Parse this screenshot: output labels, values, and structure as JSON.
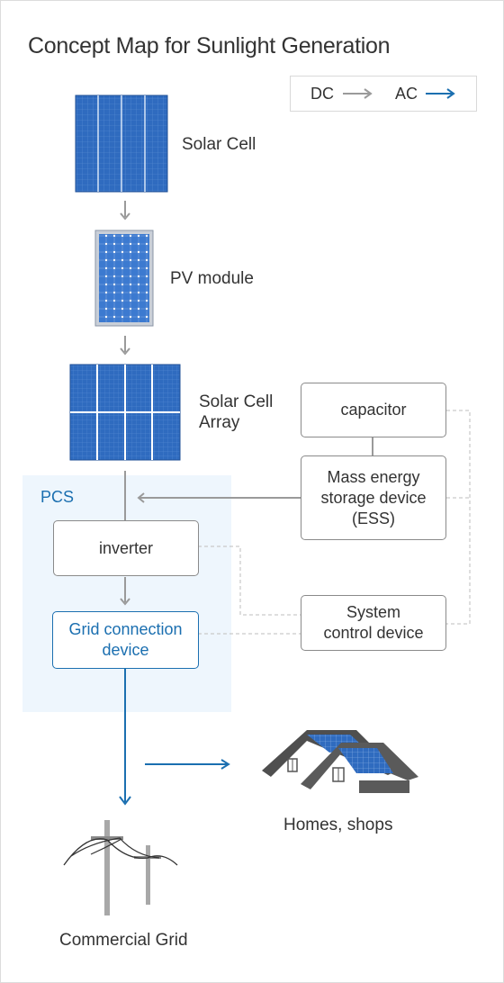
{
  "title": "Concept Map for Sunlight Generation",
  "legend": {
    "dc_label": "DC",
    "ac_label": "AC"
  },
  "colors": {
    "dc": "#9a9a9a",
    "ac": "#1b6fb0",
    "panel": "#2f6bbf",
    "pcs_bg": "#eef6fd"
  },
  "nodes": {
    "solar_cell": "Solar Cell",
    "pv_module": "PV module",
    "solar_array_line1": "Solar Cell",
    "solar_array_line2": "Array",
    "pcs": "PCS",
    "inverter": "inverter",
    "grid_connection_line1": "Grid connection",
    "grid_connection_line2": "device",
    "capacitor": "capacitor",
    "ess_line1": "Mass energy",
    "ess_line2": "storage device",
    "ess_line3": "(ESS)",
    "system_control_line1": "System",
    "system_control_line2": "control device",
    "homes": "Homes, shops",
    "commercial_grid": "Commercial Grid"
  }
}
